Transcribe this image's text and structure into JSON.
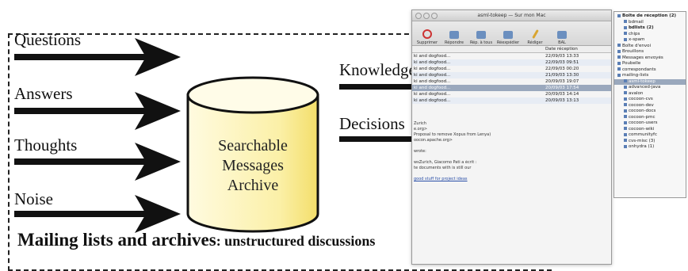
{
  "inputs": [
    "Questions",
    "Answers",
    "Thoughts",
    "Noise"
  ],
  "archive_lines": [
    "Searchable",
    "Messages",
    "Archive"
  ],
  "outputs": [
    "Knowledge",
    "Decisions"
  ],
  "caption": {
    "title": "Mailing lists and archives",
    "subtitle": ": unstructured discussions"
  },
  "mail_app": {
    "window_title": "asml-tokeep — Sur mon Mac",
    "toolbar": [
      "Supprimer",
      "Répondre",
      "Rép. à tous",
      "Réexpédier",
      "Rédiger",
      "BAL"
    ],
    "column_header": "Date réception",
    "rows": [
      {
        "subject": "ki and dogfood...",
        "date": "22/09/03",
        "time": "13:33"
      },
      {
        "subject": "ki and dogfood...",
        "date": "22/09/03",
        "time": "09:51"
      },
      {
        "subject": "ki and dogfood...",
        "date": "22/09/03",
        "time": "00:20"
      },
      {
        "subject": "ki and dogfood...",
        "date": "21/09/03",
        "time": "13:30"
      },
      {
        "subject": "ki and dogfood...",
        "date": "20/09/03",
        "time": "19:07"
      },
      {
        "subject": "ki and dogfood...",
        "date": "20/09/03",
        "time": "17:54"
      },
      {
        "subject": "ki and dogfood...",
        "date": "20/09/03",
        "time": "14:14"
      },
      {
        "subject": "ki and dogfood...",
        "date": "20/09/03",
        "time": "13:13"
      }
    ],
    "preview": [
      "Zurich",
      "e.org>",
      "Proposal to remove Xopus from Lenya)",
      "oocon.apache.org>",
      "",
      "wrote:",
      "",
      "wsZurich, Giacomo Pati a écrit :",
      "te documents with is still our",
      "",
      "good stuff for project ideas"
    ],
    "mailboxes": [
      "Boîte de réception (2)",
      "bdmail",
      "bdlists (2)",
      "chips",
      "x-spam",
      "Boîte d'envoi",
      "Brouillons",
      "Messages envoyés",
      "Poubelle",
      "correspondants",
      "mailing-lists",
      "asml-tokeep",
      "advanced-java",
      "avalon",
      "cocoon-cvs",
      "cocoon-dev",
      "cocoon-docs",
      "cocoon-pmc",
      "cocoon-users",
      "cocoon-wiki",
      "communityfc",
      "cvs-misc (3)",
      "onhydra (1)"
    ]
  }
}
